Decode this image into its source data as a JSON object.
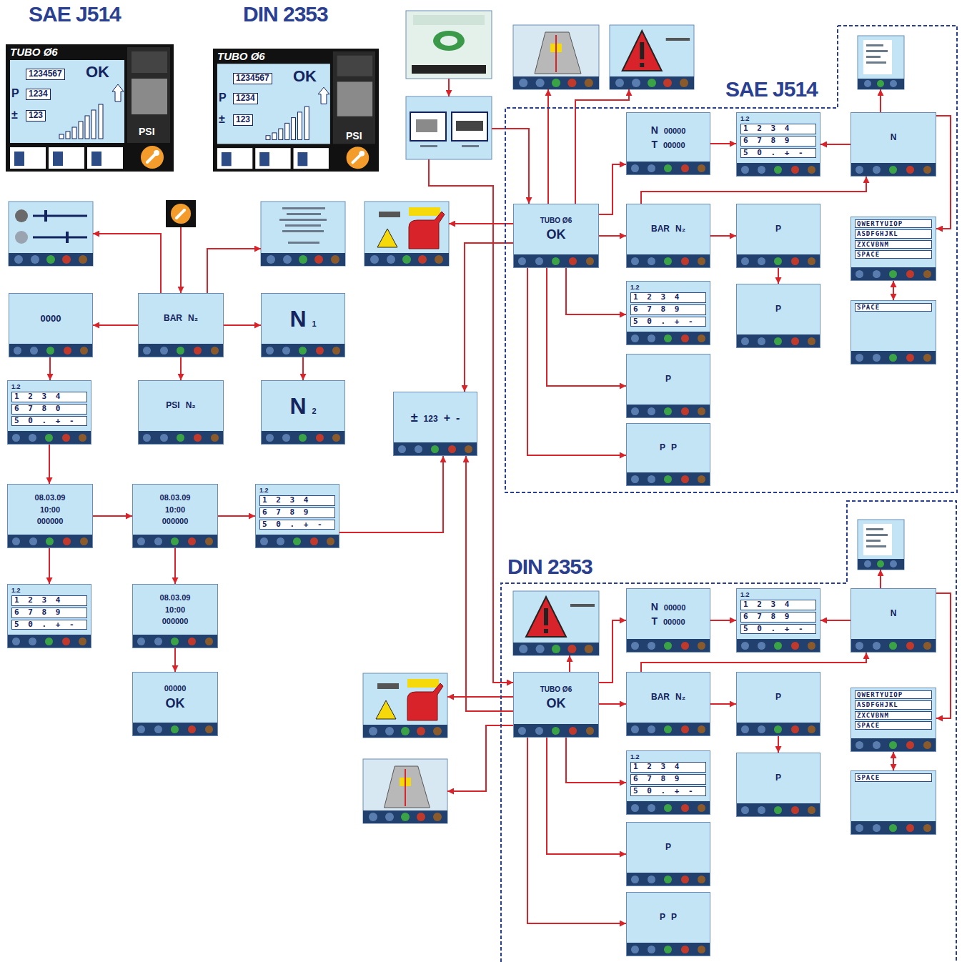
{
  "diagram": {
    "nodes": [
      {
        "text": [
          "TUBO Ø6",
          "1234567",
          "P",
          "1234",
          "±",
          "123",
          "OK",
          "PSI"
        ]
      },
      {
        "text": [
          "TUBO Ø6",
          "1234567",
          "P",
          "1234",
          "±",
          "123",
          "OK",
          "PSI"
        ]
      },
      {
        "text": [
          "0000"
        ]
      },
      {
        "text": [
          "BAR",
          "N₂"
        ]
      },
      {
        "text": [
          "N",
          "1"
        ]
      },
      {
        "text": [
          "1.2",
          "1 2 3 4",
          "6 7 8 0",
          "5 0 . + -"
        ]
      },
      {
        "text": [
          "PSI",
          "N₂"
        ]
      },
      {
        "text": [
          "N",
          "2"
        ]
      },
      {
        "text": [
          "±",
          "123",
          "+",
          "-"
        ]
      },
      {
        "text": [
          "08.03.09",
          "10:00",
          "000000"
        ]
      },
      {
        "text": [
          "08.03.09",
          "10:00",
          "000000"
        ]
      },
      {
        "text": [
          "1.2",
          "1 2 3 4",
          "6 7 8 9",
          "5 0 . + -"
        ]
      },
      {
        "text": [
          "1.2",
          "1 2 3 4",
          "6 7 8 9",
          "5 0 . + -"
        ]
      },
      {
        "text": [
          "08.03.09",
          "10:00",
          "000000"
        ]
      },
      {
        "text": [
          "00000",
          "OK"
        ]
      },
      {
        "text": [
          "SAE J514"
        ]
      },
      {
        "text": [
          "TUBO Ø6",
          "OK"
        ],
        "in": 15
      },
      {
        "text": [
          "N",
          "00000",
          "T",
          "00000"
        ],
        "in": 15
      },
      {
        "text": [
          "1.2",
          "1 2 3 4",
          "6 7 8 9",
          "5 0 . + -"
        ],
        "in": 15
      },
      {
        "text": [
          "N"
        ],
        "in": 15
      },
      {
        "text": [
          "BAR",
          "N₂"
        ],
        "in": 15
      },
      {
        "text": [
          "P"
        ],
        "in": 15
      },
      {
        "text": [
          "QWERTYUIOP",
          "ASDFGHJKL",
          "ZXCVBNM",
          "SPACE"
        ],
        "in": 15
      },
      {
        "text": [
          "1.2",
          "1 2 3 4",
          "6 7 8 9",
          "5 0 . + -"
        ],
        "in": 15
      },
      {
        "text": [
          "P"
        ],
        "in": 15
      },
      {
        "text": [
          "SPACE"
        ],
        "in": 15
      },
      {
        "text": [
          "P"
        ],
        "in": 15
      },
      {
        "text": [
          "P",
          "P"
        ],
        "in": 15
      },
      {
        "text": [
          "DIN 2353"
        ]
      },
      {
        "text": [
          "TUBO Ø6",
          "OK"
        ],
        "in": 28
      },
      {
        "text": [
          "N",
          "00000",
          "T",
          "00000"
        ],
        "in": 28
      },
      {
        "text": [
          "1.2",
          "1 2 3 4",
          "6 7 8 9",
          "5 0 . + -"
        ],
        "in": 28
      },
      {
        "text": [
          "N"
        ],
        "in": 28
      },
      {
        "text": [
          "BAR",
          "N₂"
        ],
        "in": 28
      },
      {
        "text": [
          "P"
        ],
        "in": 28
      },
      {
        "text": [
          "QWERTYUIOP",
          "ASDFGHJKL",
          "ZXCVBNM",
          "SPACE"
        ],
        "in": 28
      },
      {
        "text": [
          "1.2",
          "1 2 3 4",
          "6 7 8 9",
          "5 0 . + -"
        ],
        "in": 28
      },
      {
        "text": [
          "P"
        ],
        "in": 28
      },
      {
        "text": [
          "SPACE"
        ],
        "in": 28
      },
      {
        "text": [
          "P"
        ],
        "in": 28
      },
      {
        "text": [
          "P",
          "P"
        ],
        "in": 28
      }
    ],
    "edges": [
      {
        "from": 3,
        "to": 2,
        "arrow": "to"
      },
      {
        "from": 3,
        "to": 4,
        "arrow": "to"
      },
      {
        "from": 4,
        "to": 7,
        "arrow": "to"
      },
      {
        "from": 3,
        "to": 6,
        "arrow": "to"
      },
      {
        "from": 2,
        "to": 5,
        "arrow": "to"
      },
      {
        "from": 5,
        "to": 9,
        "arrow": "to"
      },
      {
        "from": 9,
        "to": 12,
        "arrow": "to"
      },
      {
        "from": 9,
        "to": 10,
        "arrow": "to"
      },
      {
        "from": 10,
        "to": 11,
        "arrow": "to"
      },
      {
        "from": 10,
        "to": 13,
        "arrow": "to"
      },
      {
        "from": 13,
        "to": 14,
        "arrow": "to"
      },
      {
        "from": 11,
        "to": 8,
        "arrow": "to"
      },
      {
        "from": 16,
        "to": 8,
        "arrow": "to"
      },
      {
        "from": 29,
        "to": 8,
        "arrow": "to"
      },
      {
        "from": 16,
        "to": 17,
        "arrow": "to"
      },
      {
        "from": 19,
        "to": 18,
        "arrow": "to"
      },
      {
        "from": 17,
        "to": 18,
        "arrow": "to"
      },
      {
        "from": 19,
        "to": 22,
        "arrow": "to"
      },
      {
        "from": 22,
        "to": 25,
        "arrow": "both"
      },
      {
        "from": 16,
        "to": 20,
        "arrow": "to"
      },
      {
        "from": 20,
        "to": 21,
        "arrow": "to"
      },
      {
        "from": 21,
        "to": 24,
        "arrow": "to"
      },
      {
        "from": 20,
        "to": 19,
        "arrow": "to"
      },
      {
        "from": 16,
        "to": 23,
        "arrow": "to"
      },
      {
        "from": 16,
        "to": 26,
        "arrow": "to"
      },
      {
        "from": 16,
        "to": 27,
        "arrow": "to"
      },
      {
        "from": 29,
        "to": 30,
        "arrow": "to"
      },
      {
        "from": 30,
        "to": 31,
        "arrow": "to"
      },
      {
        "from": 32,
        "to": 31,
        "arrow": "to"
      },
      {
        "from": 32,
        "to": 35,
        "arrow": "to"
      },
      {
        "from": 35,
        "to": 38,
        "arrow": "both"
      },
      {
        "from": 29,
        "to": 33,
        "arrow": "to"
      },
      {
        "from": 33,
        "to": 34,
        "arrow": "to"
      },
      {
        "from": 34,
        "to": 37,
        "arrow": "to"
      },
      {
        "from": 33,
        "to": 32,
        "arrow": "to"
      },
      {
        "from": 29,
        "to": 36,
        "arrow": "to"
      },
      {
        "from": 29,
        "to": 39,
        "arrow": "to"
      },
      {
        "from": 29,
        "to": 40,
        "arrow": "to"
      }
    ],
    "labels": [
      "SAE J514",
      "DIN 2353"
    ]
  }
}
